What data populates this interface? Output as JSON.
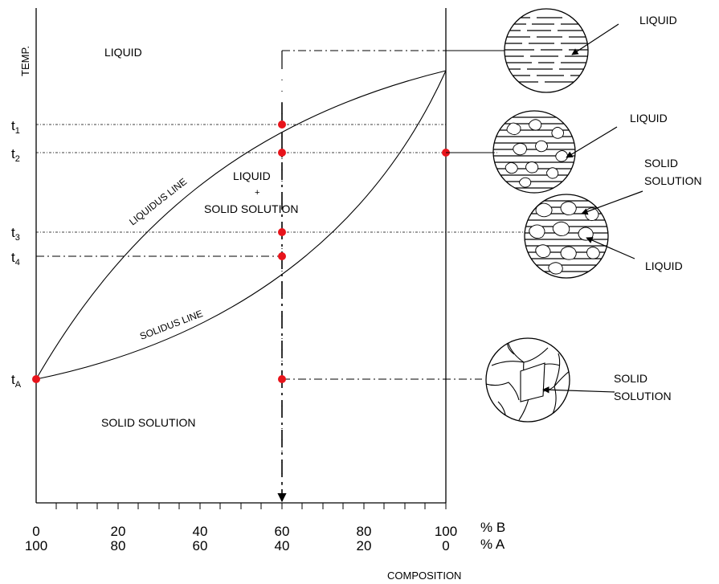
{
  "axes": {
    "y_title": "TEMP.",
    "x_title": "COMPOSITION",
    "row_b_label": "% B",
    "row_a_label": "% A",
    "b_ticks": [
      "0",
      "20",
      "40",
      "60",
      "80",
      "100"
    ],
    "a_ticks": [
      "100",
      "80",
      "60",
      "40",
      "20",
      "0"
    ],
    "temp_labels": [
      {
        "base": "t",
        "sub": "1"
      },
      {
        "base": "t",
        "sub": "2"
      },
      {
        "base": "t",
        "sub": "3"
      },
      {
        "base": "t",
        "sub": "4"
      },
      {
        "base": "t",
        "sub": "A"
      }
    ]
  },
  "regions": {
    "liquid": "LIQUID",
    "two_phase_1": "LIQUID",
    "two_phase_plus": "+",
    "two_phase_2": "SOLID SOLUTION",
    "solid": "SOLID SOLUTION"
  },
  "curves": {
    "liquidus": "LIQUIDUS LINE",
    "solidus": "SOLIDUS LINE"
  },
  "microstructures": {
    "m1": {
      "label": "LIQUID"
    },
    "m2": {
      "label": "LIQUID"
    },
    "m3": {
      "label_1": "SOLID",
      "label_2": "SOLUTION",
      "label_3": "LIQUID"
    },
    "m4": {
      "label_1": "SOLID",
      "label_2": "SOLUTION"
    }
  },
  "colors": {
    "point": "#e8141b",
    "line": "#000000"
  }
}
